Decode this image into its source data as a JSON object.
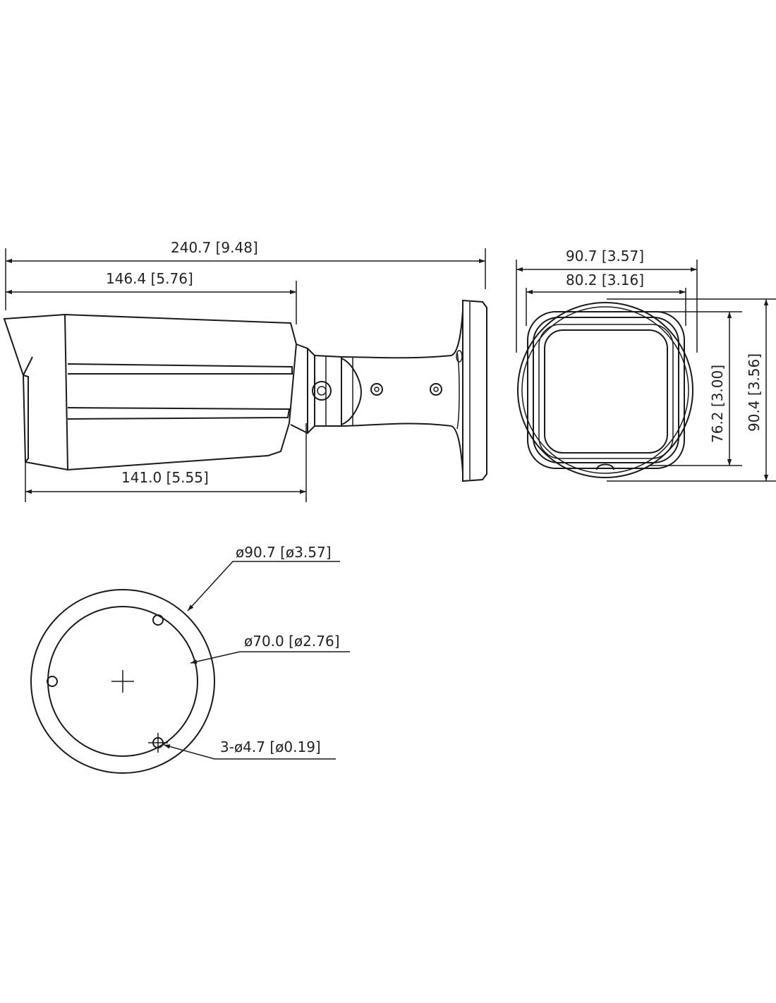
{
  "side_view": {
    "overall_length": "240.7 [9.48]",
    "housing_length": "146.4 [5.76]",
    "body_length": "141.0 [5.55]"
  },
  "front_view": {
    "outer_width": "90.7 [3.57]",
    "inner_width": "80.2 [3.16]",
    "inner_height": "76.2 [3.00]",
    "outer_height": "90.4 [3.56]"
  },
  "base_view": {
    "outer_diameter": "ø90.7 [ø3.57]",
    "bolt_circle": "ø70.0 [ø2.76]",
    "holes": "3-ø4.7 [ø0.19]"
  },
  "colors": {
    "line": "#1a1a1a",
    "text": "#222222",
    "background": "#ffffff"
  }
}
